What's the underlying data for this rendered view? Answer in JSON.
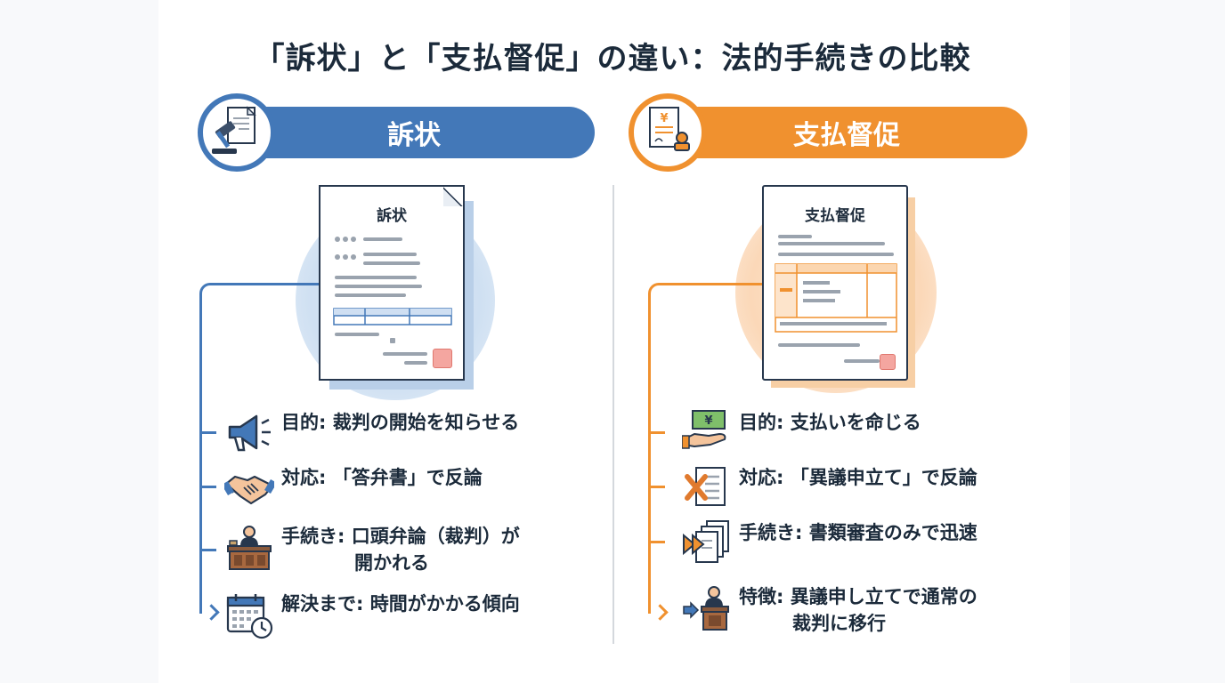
{
  "title": "「訴状」と「支払督促」の違い：法的手続きの比較",
  "colors": {
    "blue": "#4378b8",
    "orange": "#f0912f",
    "navy": "#27374d"
  },
  "left": {
    "header": "訴状",
    "doc_title": "訴状",
    "badge_icon": "gavel-document-icon",
    "items": [
      {
        "icon": "megaphone-icon",
        "head": "目的: ",
        "text": "裁判の開始を知らせる",
        "cont": ""
      },
      {
        "icon": "handshake-icon",
        "head": "対応: ",
        "text": "「答弁書」で反論",
        "cont": ""
      },
      {
        "icon": "courtroom-judge-icon",
        "head": "手続き: ",
        "text": "口頭弁論（裁判）が",
        "cont": "開かれる"
      },
      {
        "icon": "calendar-clock-icon",
        "head": "解決まで: ",
        "text": "時間がかかる傾向",
        "cont": ""
      }
    ]
  },
  "right": {
    "header": "支払督促",
    "doc_title": "支払督促",
    "badge_icon": "yen-document-stamp-icon",
    "items": [
      {
        "icon": "money-hand-icon",
        "head": "目的: ",
        "text": "支払いを命じる",
        "cont": ""
      },
      {
        "icon": "rejected-document-icon",
        "head": "対応: ",
        "text": "「異議申立て」で反論",
        "cont": ""
      },
      {
        "icon": "fast-forward-documents-icon",
        "head": "手続き: ",
        "text": "書類審査のみで迅速",
        "cont": ""
      },
      {
        "icon": "arrow-to-court-icon",
        "head": "特徴: ",
        "text": "異議申し立てで通常の",
        "cont": "裁判に移行"
      }
    ]
  }
}
